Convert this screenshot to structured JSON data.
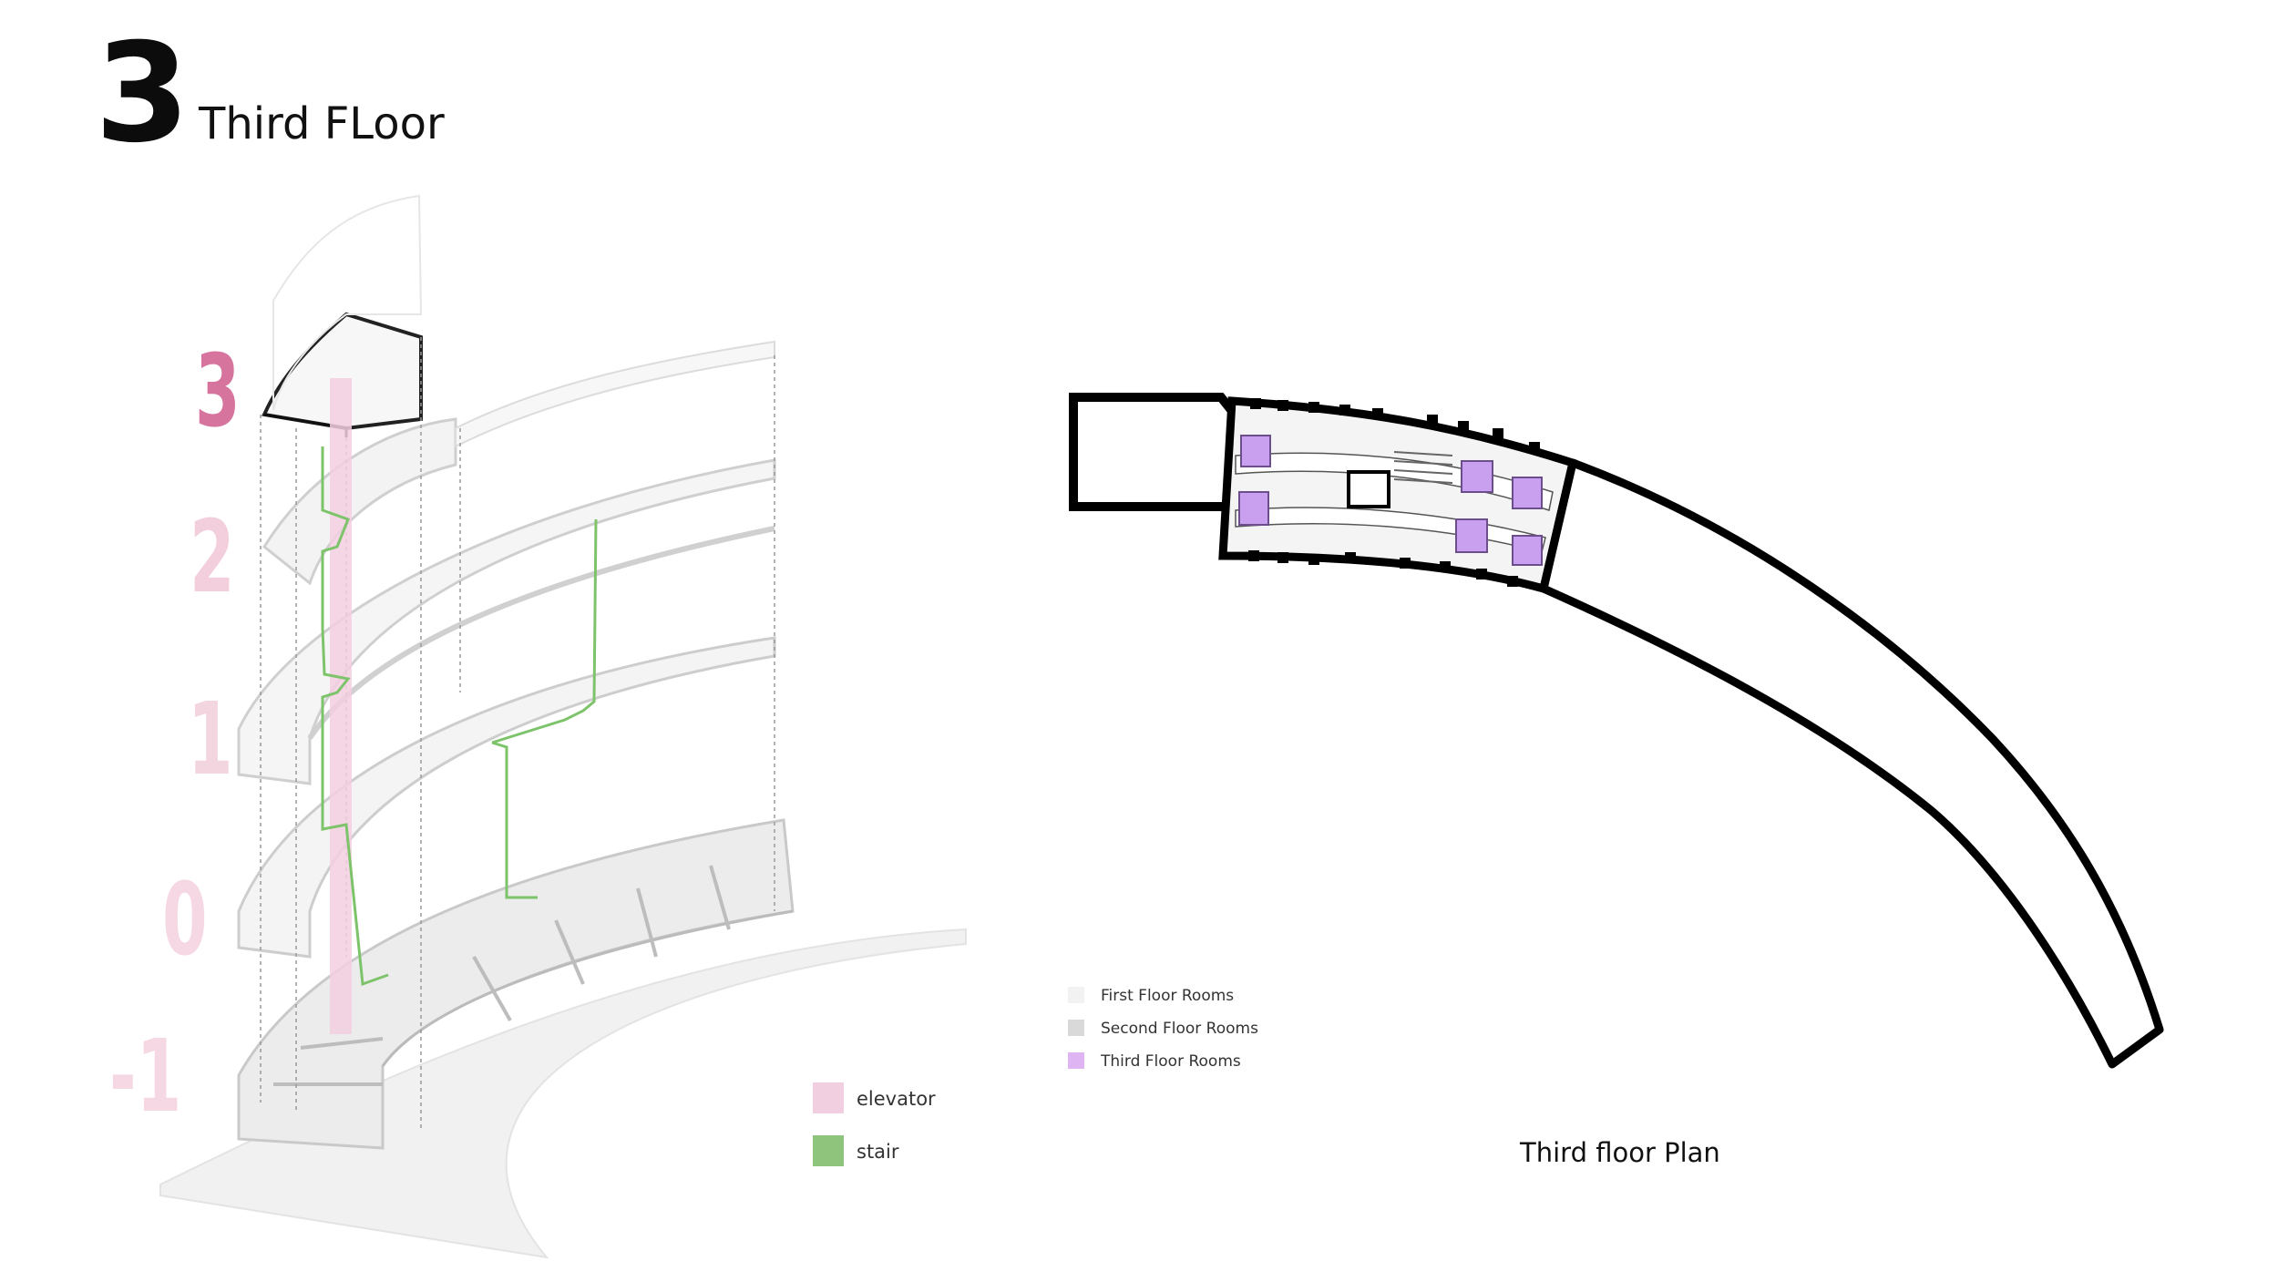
{
  "header": {
    "number": "3",
    "title": "Third FLoor"
  },
  "axonometric": {
    "levels": [
      "3",
      "2",
      "1",
      "0",
      "-1"
    ],
    "legend": [
      {
        "label": "elevator",
        "color": "#f2cfe0"
      },
      {
        "label": "stair",
        "color": "#8ec47b"
      }
    ]
  },
  "plan": {
    "caption": "Third floor Plan",
    "legend": [
      {
        "label": "First Floor Rooms",
        "color": "#f2f2f2"
      },
      {
        "label": "Second Floor Rooms",
        "color": "#d9d9d9"
      },
      {
        "label": "Third Floor Rooms",
        "color": "#dfb4f3"
      }
    ]
  },
  "colors": {
    "elevator": "#f2cfe0",
    "stair": "#7dc36a",
    "third_room": "#c9a0ef"
  }
}
